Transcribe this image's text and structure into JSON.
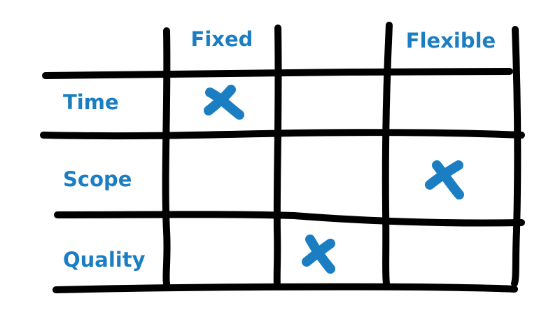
{
  "columns": [
    "Fixed",
    "Flexible"
  ],
  "rows": [
    "Time",
    "Scope",
    "Quality"
  ],
  "marks": [
    {
      "row": "Time",
      "position": "Fixed"
    },
    {
      "row": "Scope",
      "position": "Flexible"
    },
    {
      "row": "Quality",
      "position": "middle"
    }
  ],
  "colors": {
    "accent": "#1b7ec2",
    "lines": "#000000"
  }
}
